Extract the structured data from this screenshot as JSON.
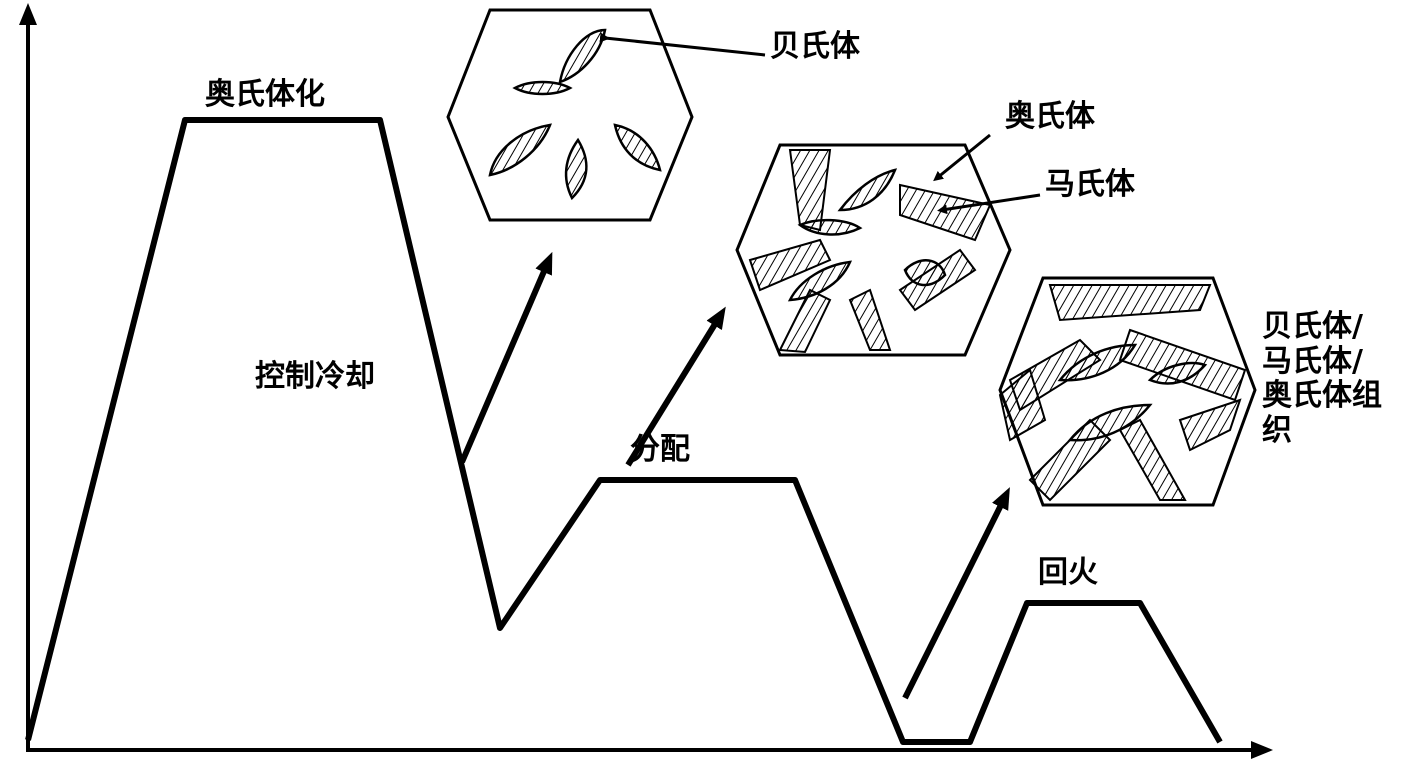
{
  "stages": {
    "austenitize": "奥氏体化",
    "controlled_cooling": "控制冷却",
    "partition": "分配",
    "temper": "回火"
  },
  "microstructures": {
    "bainite": "贝氏体",
    "austenite": "奥氏体",
    "martensite": "马氏体",
    "mixed_line1": "贝氏体/",
    "mixed_line2": "马氏体/",
    "mixed_line3": "奥氏体组",
    "mixed_line4": "织"
  }
}
